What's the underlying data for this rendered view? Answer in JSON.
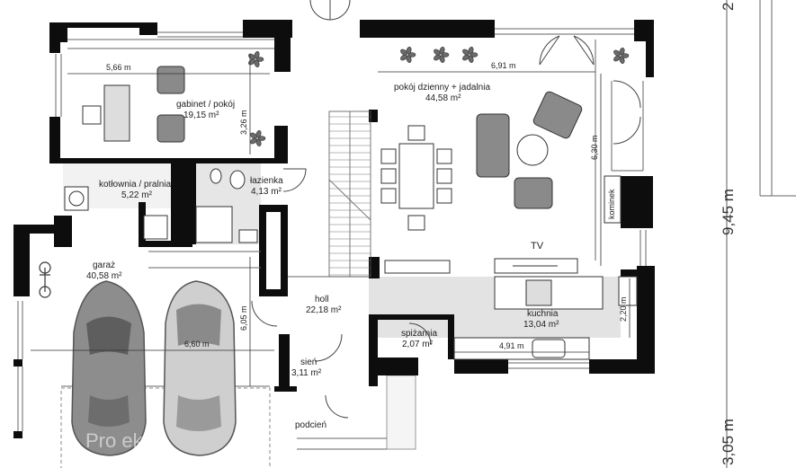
{
  "rooms": {
    "gabinet": {
      "name": "gabinet / pokój",
      "area": "19,15 m²"
    },
    "dzienny": {
      "name": "pokój dzienny + jadalnia",
      "area": "44,58 m²"
    },
    "kotlownia": {
      "name": "kotłownia / pralnia",
      "area": "5,22 m²"
    },
    "lazienka": {
      "name": "łazienka",
      "area": "4,13 m²"
    },
    "garaz": {
      "name": "garaż",
      "area": "40,58 m²"
    },
    "holl": {
      "name": "holl",
      "area": "22,18 m²"
    },
    "kuchnia": {
      "name": "kuchnia",
      "area": "13,04 m²"
    },
    "spizarnia": {
      "name": "spiżarnia",
      "area": "2,07 m²"
    },
    "sien": {
      "name": "sień",
      "area": "3,11 m²"
    },
    "podcien": {
      "name": "podcień"
    }
  },
  "labels": {
    "tv": "TV",
    "kominek": "kominek"
  },
  "dimensions": {
    "gabinet_width": "5,66 m",
    "gabinet_depth": "3,26 m",
    "living_width": "6,91 m",
    "living_depth": "6,30 m",
    "garage_width": "6,60 m",
    "garage_depth": "6,05 m",
    "kitchen_width": "4,91 m",
    "kitchen_depth": "2,20 m",
    "total_mid": "9,45 m",
    "total_bottom": "3,05 m",
    "total_top": "2"
  },
  "watermark": "Pro  ekt",
  "colors": {
    "wall": "#0d0d0d",
    "floor_grey": "#e3e3e3",
    "furniture": "#8a8a8a"
  }
}
